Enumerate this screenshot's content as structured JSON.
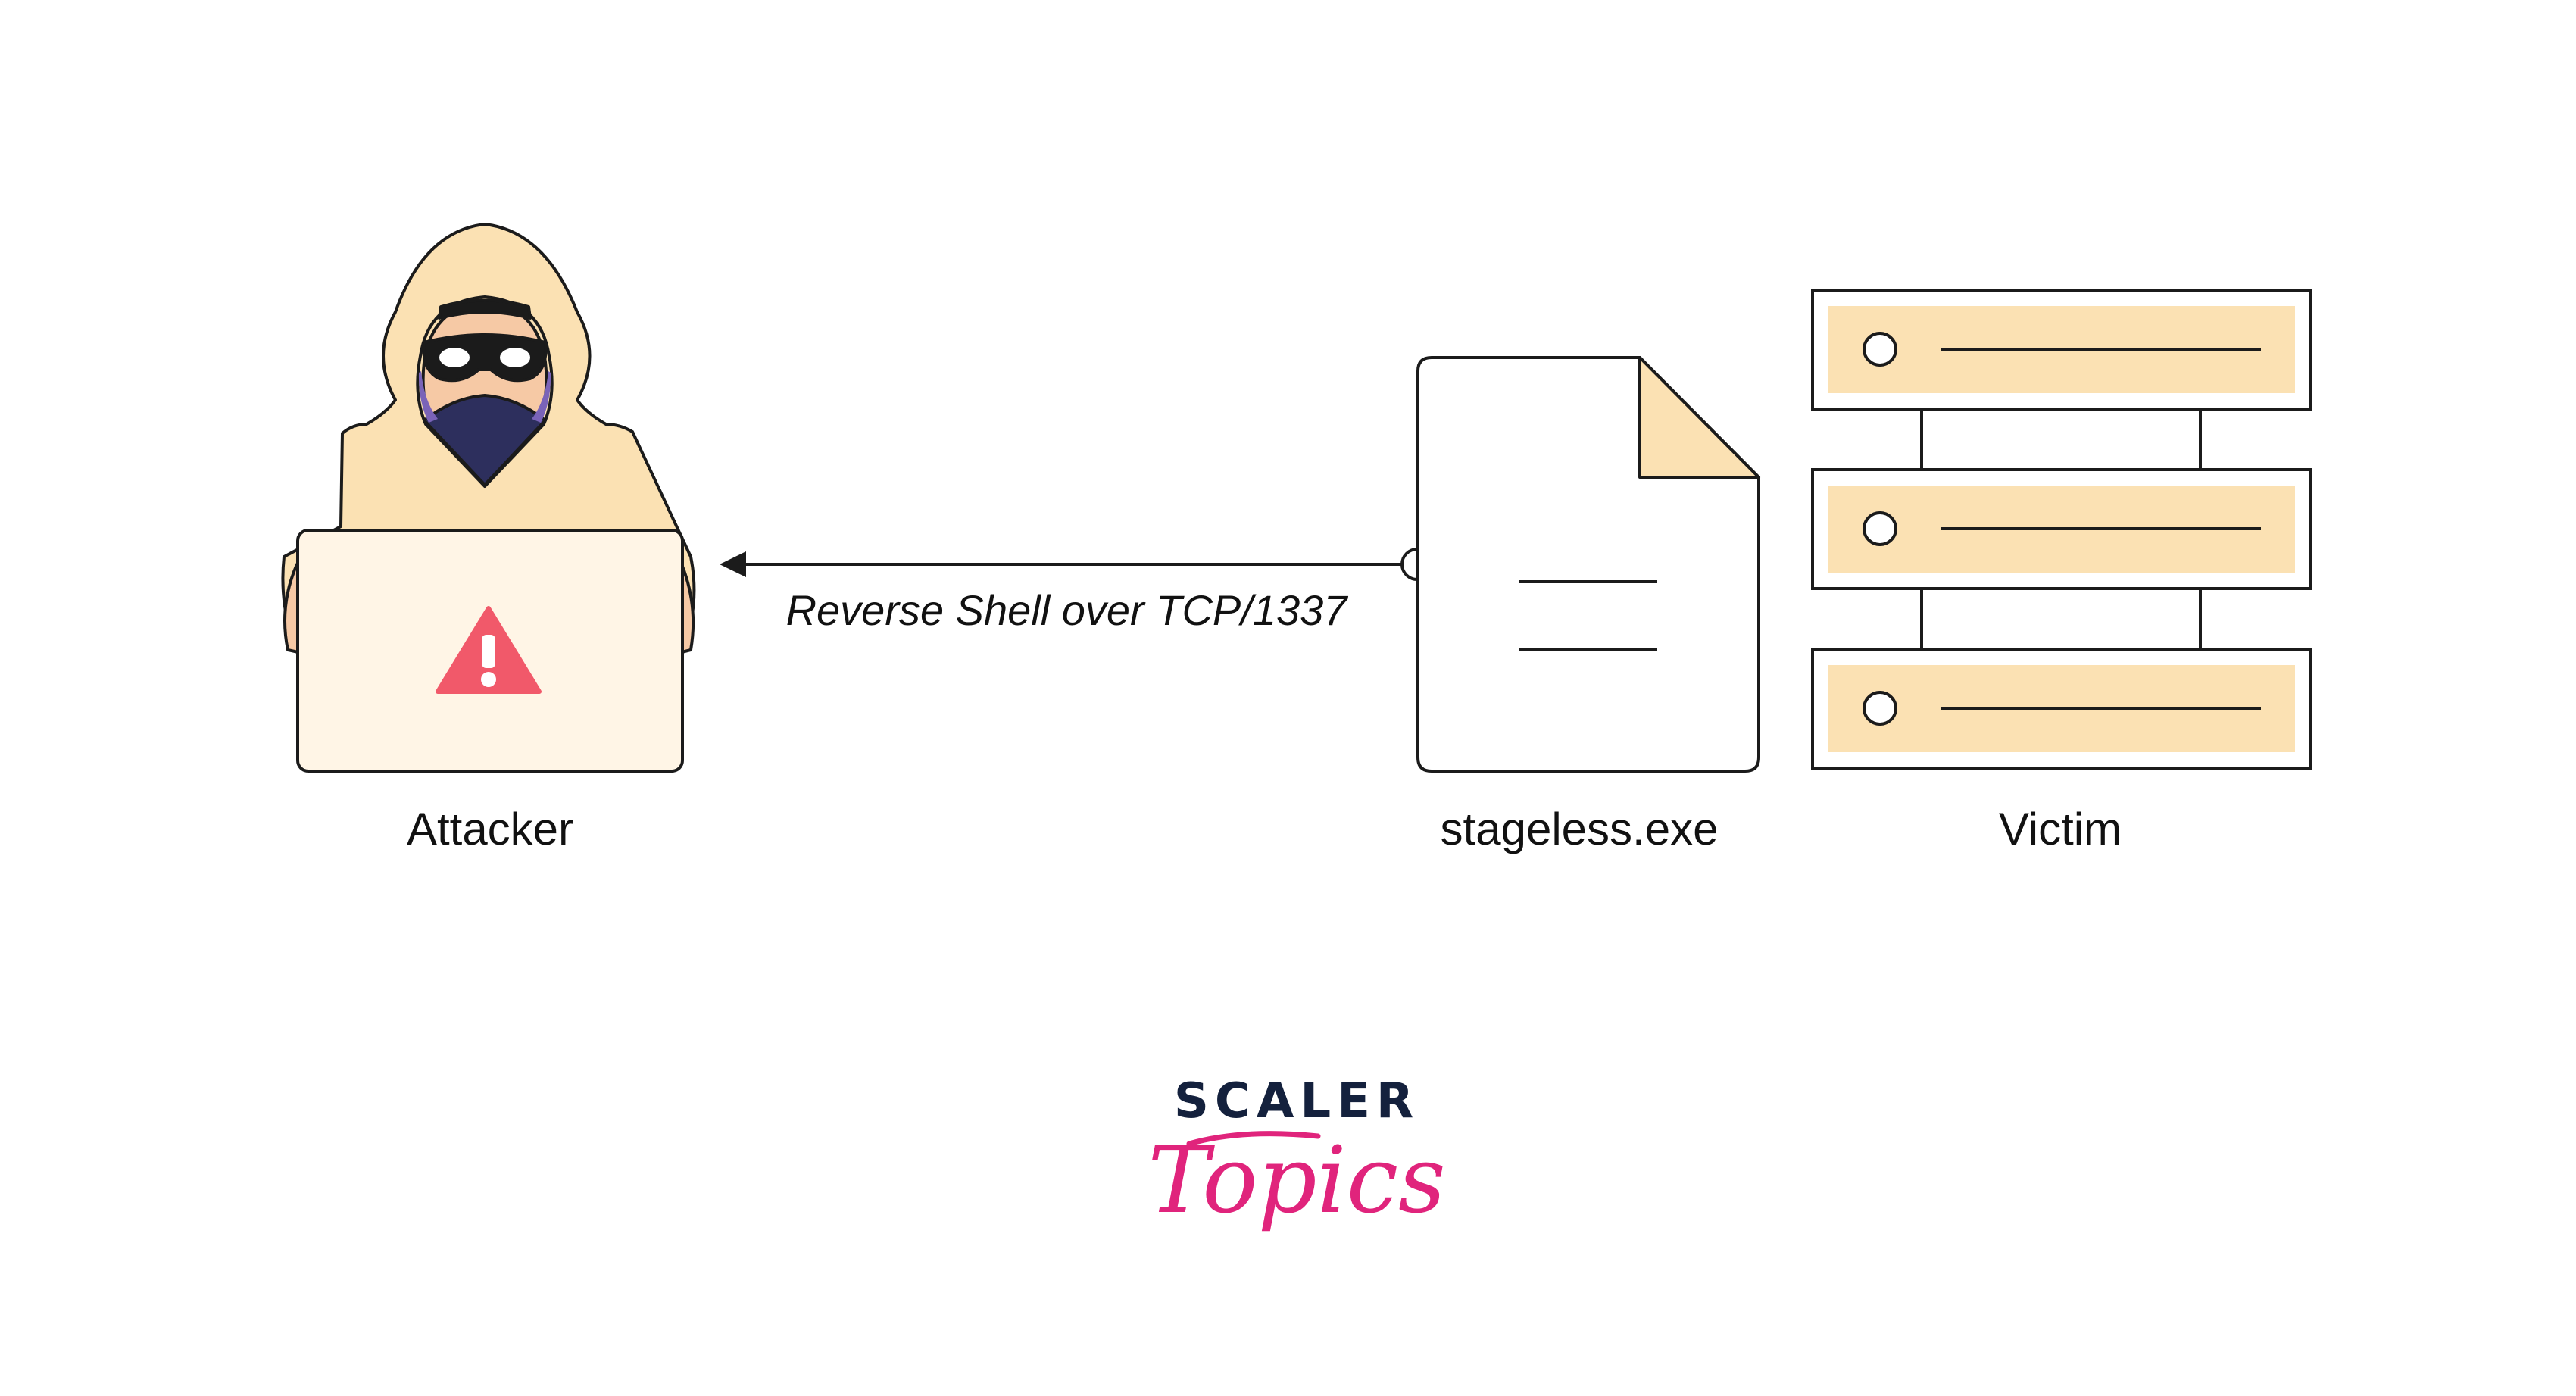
{
  "nodes": {
    "attacker": {
      "label": "Attacker"
    },
    "payload": {
      "label": "stageless.exe"
    },
    "victim": {
      "label": "Victim"
    }
  },
  "edges": [
    {
      "from": "payload",
      "to": "attacker",
      "label": "Reverse Shell over TCP/1337"
    }
  ],
  "logo": {
    "line1": "SCALER",
    "line2": "Topics"
  },
  "colors": {
    "outline": "#1b1b1b",
    "hood": "#fbe1b3",
    "laptop": "#fff5e6",
    "server_slot": "#fbe1b3",
    "mask_face": "#2d2f5d",
    "warning": "#f1596a",
    "logo_dark": "#14213d",
    "logo_pink": "#e0247c"
  }
}
